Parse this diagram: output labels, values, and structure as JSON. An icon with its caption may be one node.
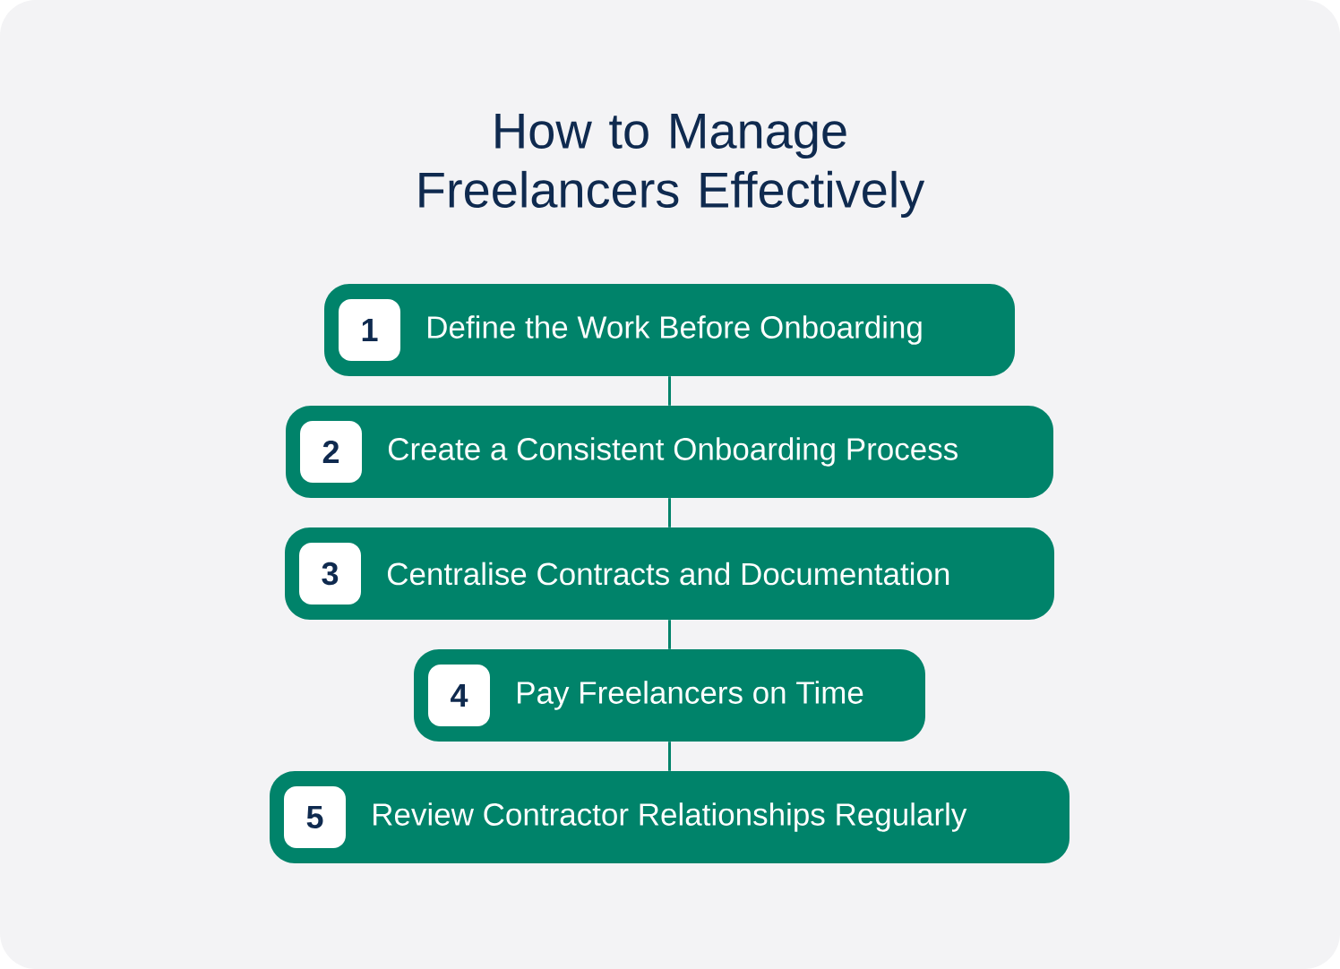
{
  "diagram": {
    "title": "How to Manage Freelancers Effectively",
    "nodes": [
      {
        "text": [
          "Define the Work Before Onboarding"
        ]
      },
      {
        "text": [
          "1"
        ],
        "in": 0
      },
      {
        "text": [
          "Create a Consistent Onboarding Process"
        ]
      },
      {
        "text": [
          "2"
        ],
        "in": 2
      },
      {
        "text": [
          "Centralise Contracts and Documentation"
        ]
      },
      {
        "text": [
          "3"
        ],
        "in": 4
      },
      {
        "text": [
          "Pay Freelancers on Time"
        ]
      },
      {
        "text": [
          "4"
        ],
        "in": 6
      },
      {
        "text": [
          "Review Contractor Relationships Regularly"
        ]
      },
      {
        "text": [
          "5"
        ],
        "in": 8
      }
    ],
    "edges": [
      {
        "from": 0,
        "to": 2,
        "arrow": "none"
      },
      {
        "from": 2,
        "to": 4,
        "arrow": "none"
      },
      {
        "from": 4,
        "to": 6,
        "arrow": "none"
      },
      {
        "from": 6,
        "to": 8,
        "arrow": "none"
      }
    ]
  }
}
